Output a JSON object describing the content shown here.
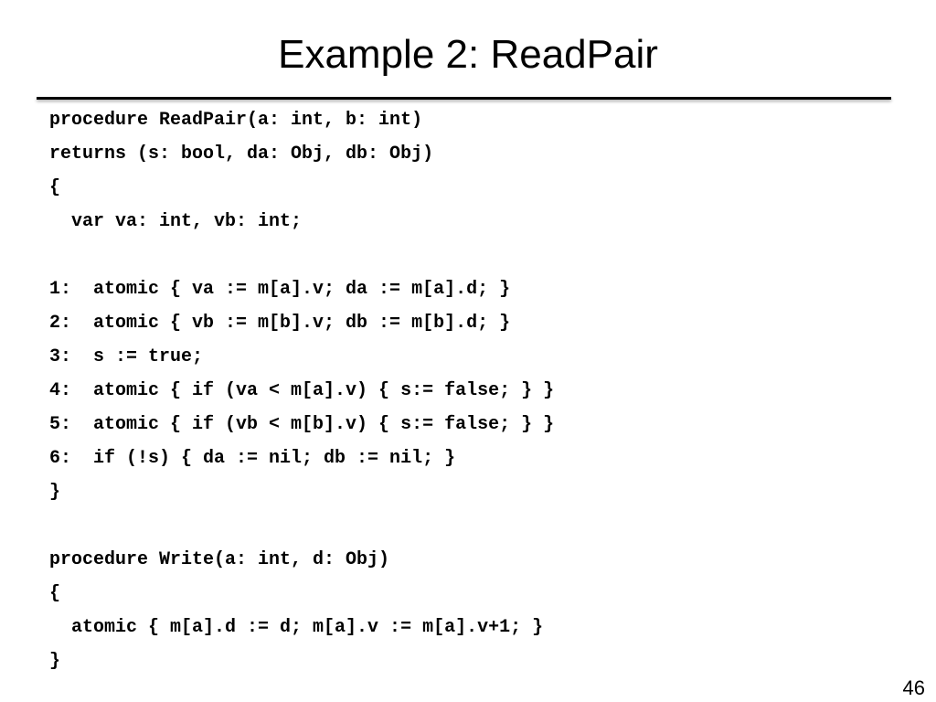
{
  "slide": {
    "title": "Example 2: ReadPair",
    "page_number": "46",
    "code_lines": [
      "procedure ReadPair(a: int, b: int)",
      "returns (s: bool, da: Obj, db: Obj)",
      "{",
      "  var va: int, vb: int;",
      "",
      "1:  atomic { va := m[a].v; da := m[a].d; }",
      "2:  atomic { vb := m[b].v; db := m[b].d; }",
      "3:  s := true;",
      "4:  atomic { if (va < m[a].v) { s:= false; } }",
      "5:  atomic { if (vb < m[b].v) { s:= false; } }",
      "6:  if (!s) { da := nil; db := nil; }",
      "}",
      "",
      "procedure Write(a: int, d: Obj)",
      "{",
      "  atomic { m[a].d := d; m[a].v := m[a].v+1; }",
      "}"
    ]
  }
}
